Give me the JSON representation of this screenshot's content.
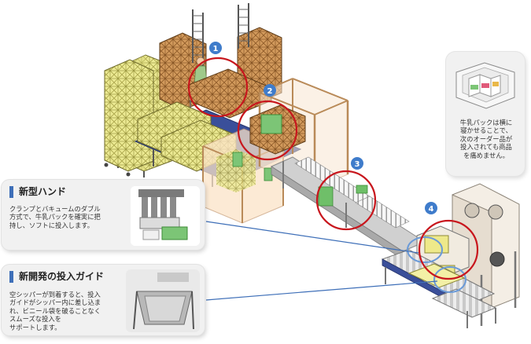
{
  "steps": [
    "1",
    "2",
    "3",
    "4"
  ],
  "callouts": {
    "new_hand": {
      "title": "新型ハンド",
      "description": "クランプとバキュームのダブル\n方式で、牛乳パックを確実に把\n持し、ソフトに投入します。"
    },
    "input_guide": {
      "title": "新開発の投入ガイド",
      "description": "空シッパーが到着すると、投入\nガイドがシッパー内に差し込ま\nれ、ビニール袋を破ることなく\nスムーズな投入を\nサポートします。"
    },
    "milk_note": {
      "description": "牛乳パックは横に\n寝かせることで、\n次のオーダー品が\n投入されても商品\nを痛めません。"
    }
  },
  "colors": {
    "accent_blue": "#3e6fb8",
    "highlight_red": "#c8161d",
    "step_badge": "#3f7ccb",
    "crate_yellow": "#e8e58a",
    "crate_brown": "#c58f55",
    "conveyor_blue": "#3a4f9a"
  }
}
